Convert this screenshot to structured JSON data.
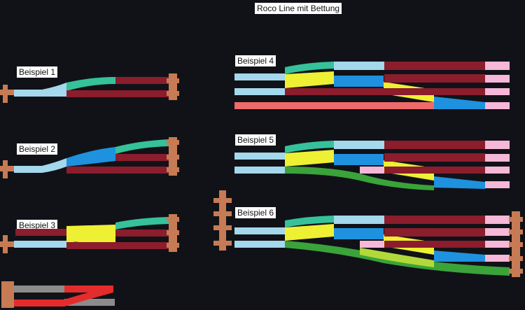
{
  "title": "Roco Line mit Bettung",
  "examples": [
    {
      "id": "1",
      "label": "Beispiel 1"
    },
    {
      "id": "2",
      "label": "Beispiel 2"
    },
    {
      "id": "3",
      "label": "Beispiel 3"
    },
    {
      "id": "4",
      "label": "Beispiel 4"
    },
    {
      "id": "5",
      "label": "Beispiel 5"
    },
    {
      "id": "6",
      "label": "Beispiel 6"
    }
  ],
  "colors": {
    "background": "#111217",
    "straight_light_blue": "#a4d8ec",
    "curve_teal": "#35c29a",
    "track_dark_red": "#8b1d2c",
    "switch_blue": "#1e92df",
    "crossing_yellow": "#eef033",
    "end_pink": "#f5b8d8",
    "bumper_orange": "#c77b54",
    "curve_green": "#3aa33a",
    "curve_yellow_green": "#b2d93a",
    "long_red": "#ef6a6a",
    "bright_red": "#e52c2c",
    "gray_track": "#8c8c8c"
  }
}
